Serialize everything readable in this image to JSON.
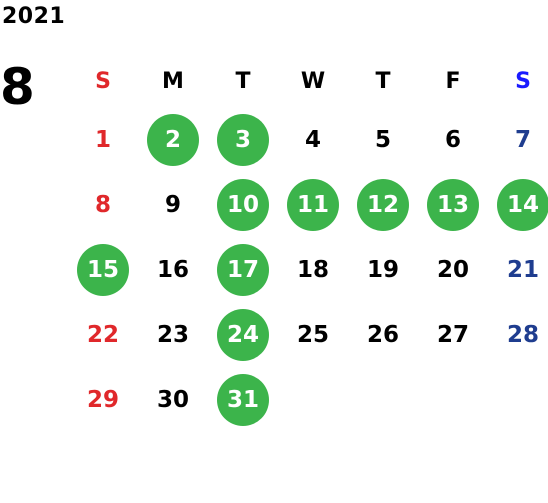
{
  "calendar": {
    "year": "2021",
    "month": "8",
    "highlight_color": "#3cb44b",
    "weekdays": [
      "S",
      "M",
      "T",
      "W",
      "T",
      "F",
      "S"
    ],
    "weeks": [
      [
        {
          "day": "1",
          "hl": false
        },
        {
          "day": "2",
          "hl": true
        },
        {
          "day": "3",
          "hl": true
        },
        {
          "day": "4",
          "hl": false
        },
        {
          "day": "5",
          "hl": false
        },
        {
          "day": "6",
          "hl": false
        },
        {
          "day": "7",
          "hl": false
        }
      ],
      [
        {
          "day": "8",
          "hl": false
        },
        {
          "day": "9",
          "hl": false
        },
        {
          "day": "10",
          "hl": true
        },
        {
          "day": "11",
          "hl": true
        },
        {
          "day": "12",
          "hl": true
        },
        {
          "day": "13",
          "hl": true
        },
        {
          "day": "14",
          "hl": true
        }
      ],
      [
        {
          "day": "15",
          "hl": true
        },
        {
          "day": "16",
          "hl": false
        },
        {
          "day": "17",
          "hl": true
        },
        {
          "day": "18",
          "hl": false
        },
        {
          "day": "19",
          "hl": false
        },
        {
          "day": "20",
          "hl": false
        },
        {
          "day": "21",
          "hl": false
        }
      ],
      [
        {
          "day": "22",
          "hl": false
        },
        {
          "day": "23",
          "hl": false
        },
        {
          "day": "24",
          "hl": true
        },
        {
          "day": "25",
          "hl": false
        },
        {
          "day": "26",
          "hl": false
        },
        {
          "day": "27",
          "hl": false
        },
        {
          "day": "28",
          "hl": false
        }
      ],
      [
        {
          "day": "29",
          "hl": false
        },
        {
          "day": "30",
          "hl": false
        },
        {
          "day": "31",
          "hl": true
        },
        {
          "day": "",
          "hl": false
        },
        {
          "day": "",
          "hl": false
        },
        {
          "day": "",
          "hl": false
        },
        {
          "day": "",
          "hl": false
        }
      ]
    ]
  }
}
